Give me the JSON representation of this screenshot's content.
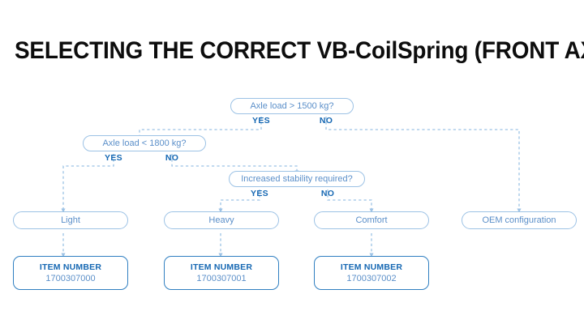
{
  "page": {
    "title": "SELECTING THE CORRECT VB-CoilSpring (FRONT AXLE)",
    "background_color": "#ffffff",
    "title_color": "#0d0d0d",
    "node_border_color": "#9cc2e5",
    "node_text_color": "#5b8fc9",
    "branch_label_color": "#1668b3",
    "item_box_border_color": "#2f7fc1",
    "connector_color": "#9cc2e5"
  },
  "chart_data": {
    "type": "diagram",
    "title": "SELECTING THE CORRECT VB-CoilSpring (FRONT AXLE)",
    "nodes": [
      {
        "id": "q1",
        "kind": "decision",
        "label": "Axle load > 1500 kg?"
      },
      {
        "id": "q2",
        "kind": "decision",
        "label": "Axle load < 1800 kg?"
      },
      {
        "id": "q3",
        "kind": "decision",
        "label": "Increased stability required?"
      },
      {
        "id": "light",
        "kind": "result",
        "label": "Light"
      },
      {
        "id": "heavy",
        "kind": "result",
        "label": "Heavy"
      },
      {
        "id": "comfort",
        "kind": "result",
        "label": "Comfort"
      },
      {
        "id": "oem",
        "kind": "result",
        "label": "OEM configuration"
      },
      {
        "id": "item1",
        "kind": "item",
        "title": "ITEM NUMBER",
        "value": "1700307000"
      },
      {
        "id": "item2",
        "kind": "item",
        "title": "ITEM NUMBER",
        "value": "1700307001"
      },
      {
        "id": "item3",
        "kind": "item",
        "title": "ITEM NUMBER",
        "value": "1700307002"
      }
    ],
    "edges": [
      {
        "from": "q1",
        "to": "q2",
        "label": "YES"
      },
      {
        "from": "q1",
        "to": "oem",
        "label": "NO"
      },
      {
        "from": "q2",
        "to": "light",
        "label": "YES"
      },
      {
        "from": "q2",
        "to": "q3",
        "label": "NO"
      },
      {
        "from": "q3",
        "to": "heavy",
        "label": "YES"
      },
      {
        "from": "q3",
        "to": "comfort",
        "label": "NO"
      },
      {
        "from": "light",
        "to": "item1",
        "label": ""
      },
      {
        "from": "heavy",
        "to": "item2",
        "label": ""
      },
      {
        "from": "comfort",
        "to": "item3",
        "label": ""
      }
    ]
  },
  "decisions": {
    "q1": {
      "question": "Axle load > 1500 kg?",
      "yes_label": "YES",
      "no_label": "NO"
    },
    "q2": {
      "question": "Axle load < 1800 kg?",
      "yes_label": "YES",
      "no_label": "NO"
    },
    "q3": {
      "question": "Increased stability required?",
      "yes_label": "YES",
      "no_label": "NO"
    }
  },
  "results": {
    "light": "Light",
    "heavy": "Heavy",
    "comfort": "Comfort",
    "oem": "OEM configuration"
  },
  "items": [
    {
      "title": "ITEM NUMBER",
      "value": "1700307000"
    },
    {
      "title": "ITEM NUMBER",
      "value": "1700307001"
    },
    {
      "title": "ITEM NUMBER",
      "value": "1700307002"
    }
  ]
}
